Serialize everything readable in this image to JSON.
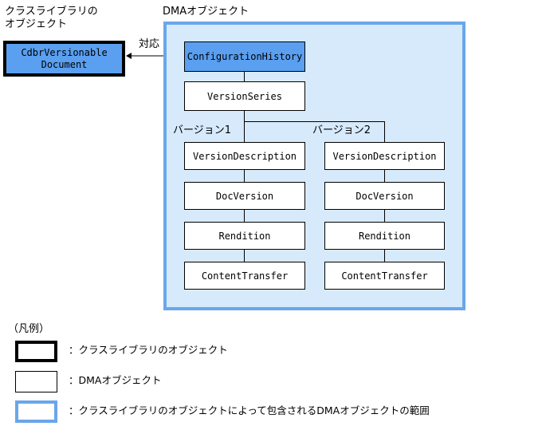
{
  "class_library": {
    "title_line1": "クラスライブラリの",
    "title_line2": "オブジェクト",
    "box_line1": "CdbrVersionable",
    "box_line2": "Document"
  },
  "mapping_label": "対応",
  "dma": {
    "title": "DMAオブジェクト",
    "configuration_history": "ConfigurationHistory",
    "version_series": "VersionSeries",
    "version1": {
      "label": "バージョン1",
      "version_description": "VersionDescription",
      "doc_version": "DocVersion",
      "rendition": "Rendition",
      "content_transfer": "ContentTransfer"
    },
    "version2": {
      "label": "バージョン2",
      "version_description": "VersionDescription",
      "doc_version": "DocVersion",
      "rendition": "Rendition",
      "content_transfer": "ContentTransfer"
    }
  },
  "legend": {
    "title": "（凡例）",
    "items": [
      {
        "text": "：クラスライブラリのオブジェクト"
      },
      {
        "text": "：DMAオブジェクト"
      },
      {
        "text": "：クラスライブラリのオブジェクトによって包含されるDMAオブジェクトの範囲"
      }
    ]
  },
  "colors": {
    "class_object_fill": "#5a9ff0",
    "container_border": "#6aa6ea",
    "container_fill": "#d6eafc"
  }
}
